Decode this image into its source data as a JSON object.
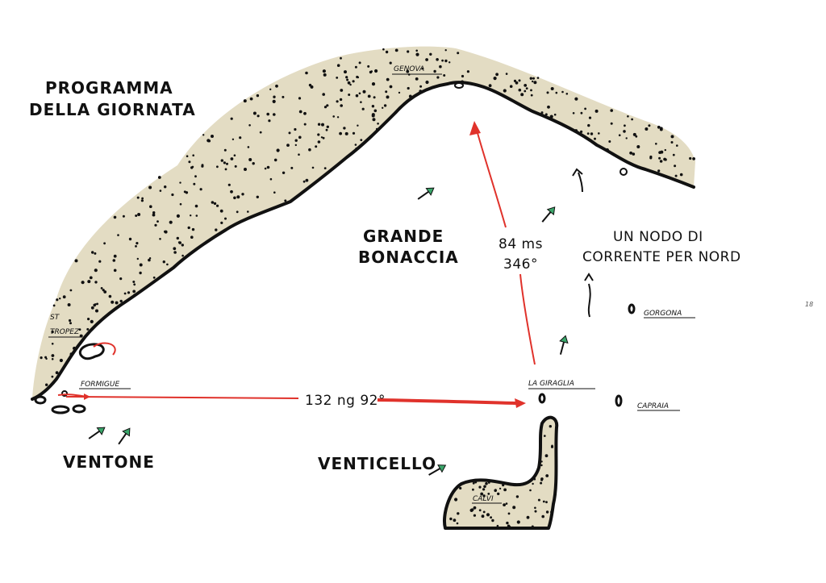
{
  "title": {
    "line1": "PROGRAMMA",
    "line2": "DELLA GIORNATA"
  },
  "places": {
    "genova": "GENOVA",
    "st_tropez_1": "ST",
    "st_tropez_2": "TROPEZ",
    "formigue": "FORMIGUE",
    "la_giraglia": "LA GIRAGLIA",
    "gorgona": "GORGONA",
    "capraia": "CAPRAIA",
    "calvi": "CALVI"
  },
  "weather": {
    "grande_bonaccia_1": "GRANDE",
    "grande_bonaccia_2": "BONACCIA",
    "ventone": "VENTONE",
    "venticello": "VENTICELLO",
    "current_1": "UN NODO DI",
    "current_2": "CORRENTE PER NORD"
  },
  "legs": {
    "leg1": "132 ng 92°",
    "leg2_line1": "84 ms",
    "leg2_line2": "346°"
  },
  "page_number": "18",
  "colors": {
    "land": "#e3dcc3",
    "coast": "#111111",
    "route": "#e0322b",
    "wind_arrow": "#3aa66a"
  }
}
